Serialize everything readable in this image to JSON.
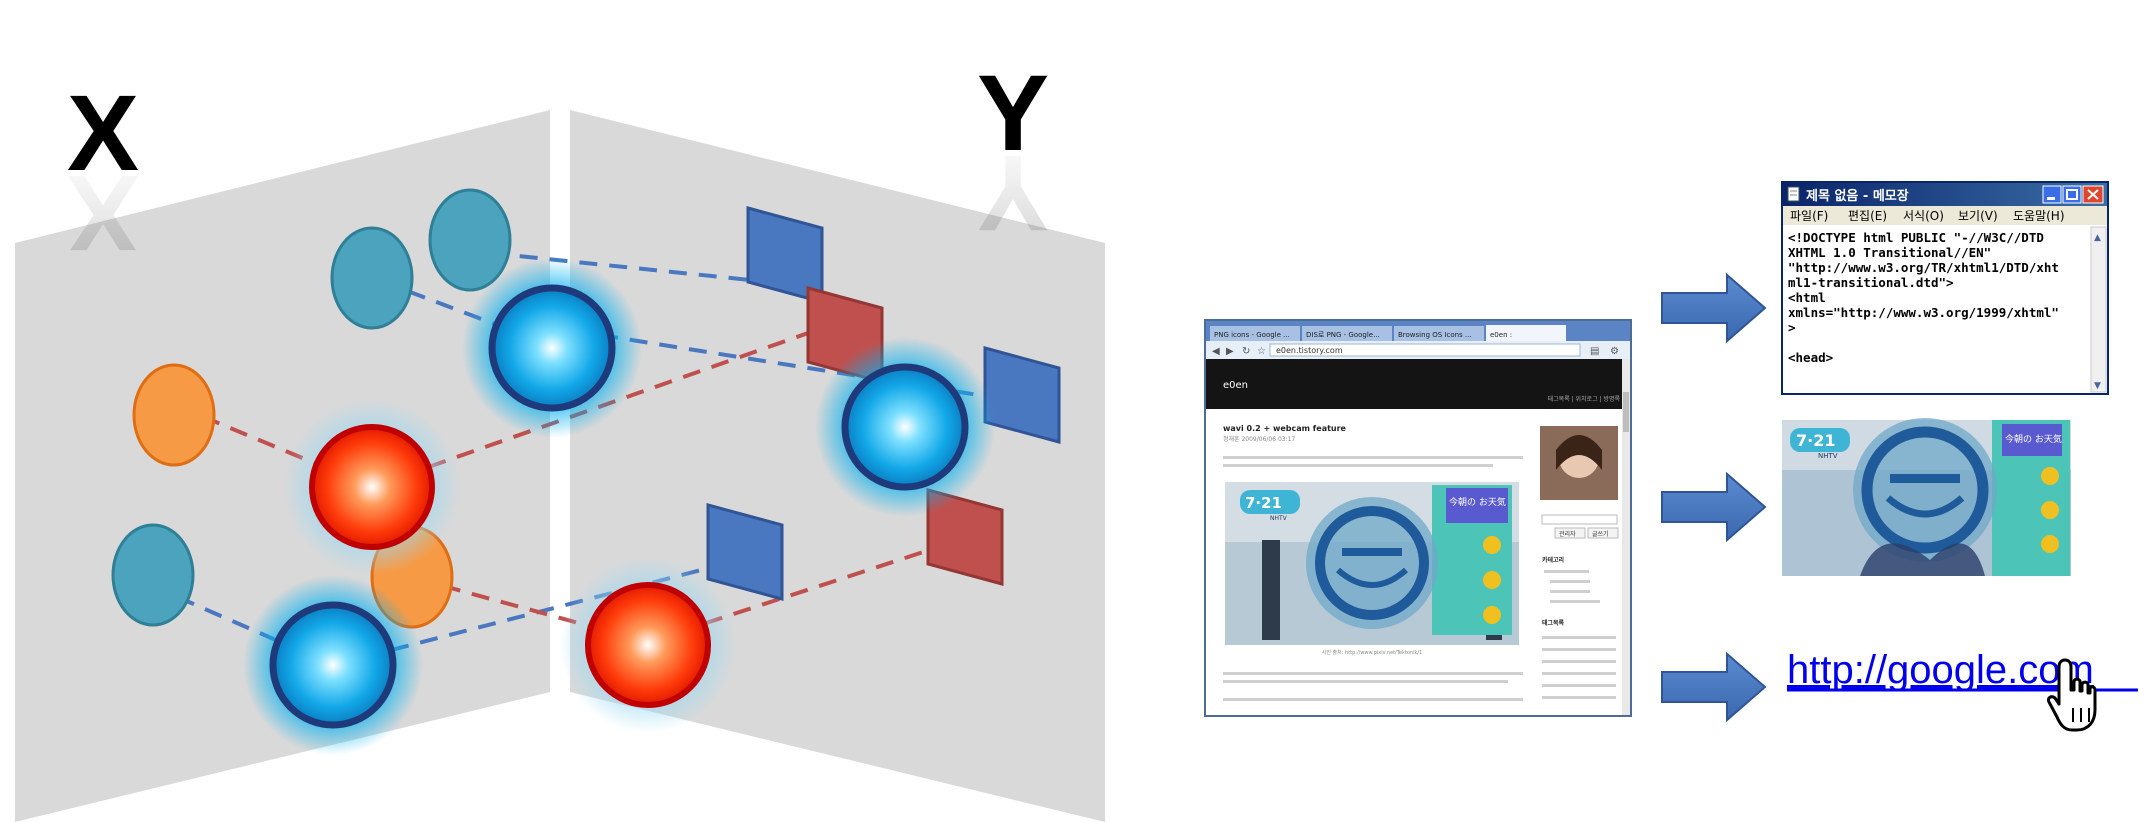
{
  "labels": {
    "x": "X",
    "y": "Y"
  },
  "colors": {
    "panel": "#d9d9d9",
    "teal": "#4ba3bd",
    "orange": "#f79a46",
    "blue_square": "#4a78c0",
    "red_square": "#c0504d",
    "red_dash": "#c0504d",
    "blue_dash": "#4a78c0",
    "arrow": "#4a78c0",
    "glow_blue": "#00b0f0",
    "glow_red": "#ff3300"
  },
  "browser": {
    "tabs": [
      "PNG icons - Google ...",
      "DIS로 PNG - Google...",
      "Browsing OS Icons ...",
      "e0en :"
    ],
    "url": "e0en.tistory.com",
    "site_title": "e0en",
    "nav": "태그목록 | 위치로그 | 방명록",
    "post_title": "wavi 0.2 + webcam feature",
    "post_meta": "정재훈 2009/06/06 03:17",
    "tv_date": "7·21",
    "tv_channel": "NHTV",
    "tv_weather": "今朝の お天気",
    "caption": "사진 출처: http://www.pixiv.net/Tektonik/1",
    "sidebar_category": "카테고리",
    "sidebar_tags": "태그목록",
    "sidebar_buttons": [
      "관리자",
      "글쓰기"
    ]
  },
  "notepad": {
    "title": "제목 없음 - 메모장",
    "menu": [
      "파일(F)",
      "편집(E)",
      "서식(O)",
      "보기(V)",
      "도움말(H)"
    ],
    "lines": [
      "<!DOCTYPE html PUBLIC \"-//W3C//DTD",
      "XHTML 1.0 Transitional//EN\"",
      "\"http://www.w3.org/TR/xhtml1/DTD/xht",
      "ml1-transitional.dtd\">",
      "<html",
      "xmlns=\"http://www.w3.org/1999/xhtml\"",
      ">",
      "",
      "<head>"
    ]
  },
  "crop": {
    "tv_date": "7·21",
    "tv_channel": "NHTV",
    "tv_weather": "今朝の お天気"
  },
  "link": {
    "text": "http://google.com"
  },
  "icons": [
    "notepad-icon",
    "minimize-icon",
    "maximize-icon",
    "close-icon",
    "hand-cursor-icon",
    "laughing-man-icon"
  ]
}
